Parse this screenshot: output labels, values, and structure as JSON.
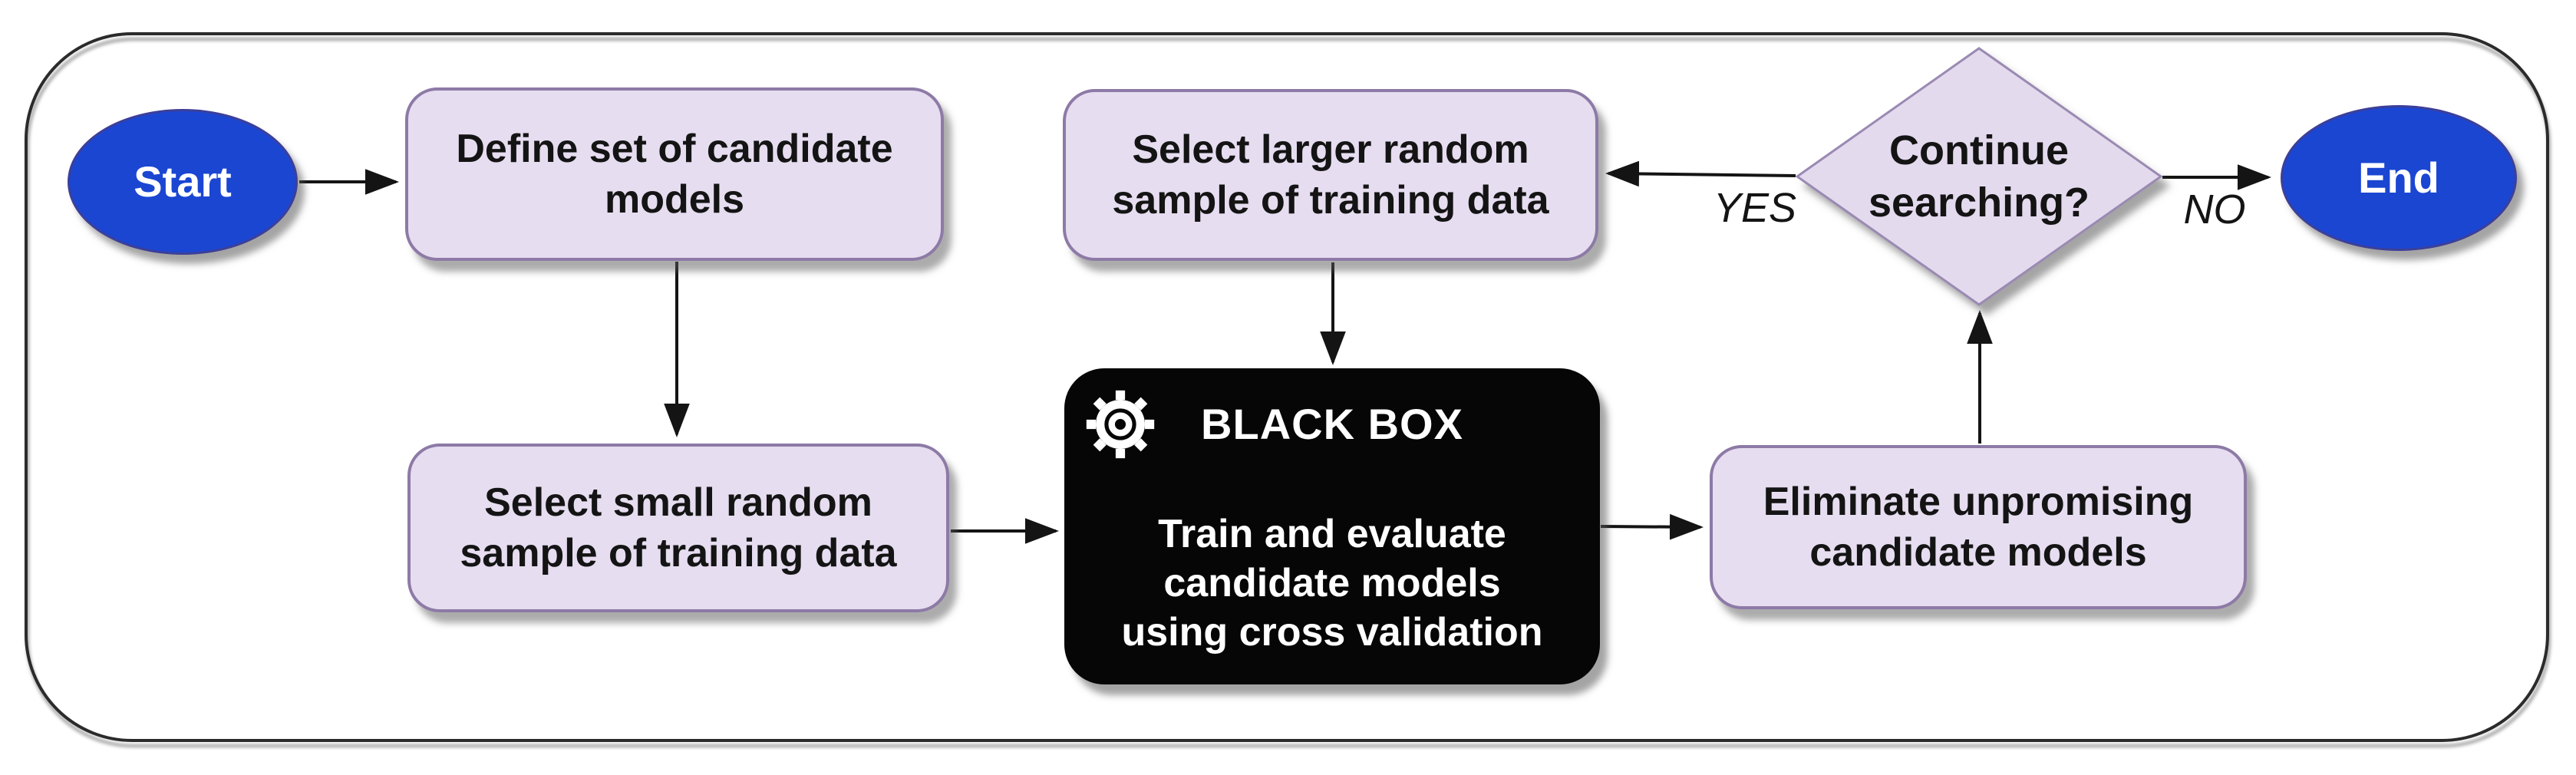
{
  "flowchart": {
    "nodes": {
      "start": {
        "label": "Start",
        "shape": "ellipse"
      },
      "define_models": {
        "label": "Define set of candidate\nmodels",
        "shape": "rounded-rect"
      },
      "select_small": {
        "label": "Select small random\nsample of training data",
        "shape": "rounded-rect"
      },
      "black_box": {
        "title": "BLACK BOX",
        "body": "Train and evaluate\ncandidate models\nusing cross validation",
        "icon": "gear-icon",
        "shape": "rounded-rect"
      },
      "select_larger": {
        "label": "Select larger random\nsample of training data",
        "shape": "rounded-rect"
      },
      "eliminate": {
        "label": "Eliminate unpromising\ncandidate models",
        "shape": "rounded-rect"
      },
      "decision": {
        "label": "Continue\nsearching?",
        "shape": "diamond"
      },
      "end": {
        "label": "End",
        "shape": "ellipse"
      }
    },
    "edge_labels": {
      "yes": "YES",
      "no": "NO"
    },
    "colors": {
      "terminal_fill": "#1b46d2",
      "process_fill": "#e6ddf0",
      "process_border": "#8d7aa6",
      "black_box_fill": "#060606",
      "connector": "#141414",
      "background": "#ffffff"
    }
  }
}
